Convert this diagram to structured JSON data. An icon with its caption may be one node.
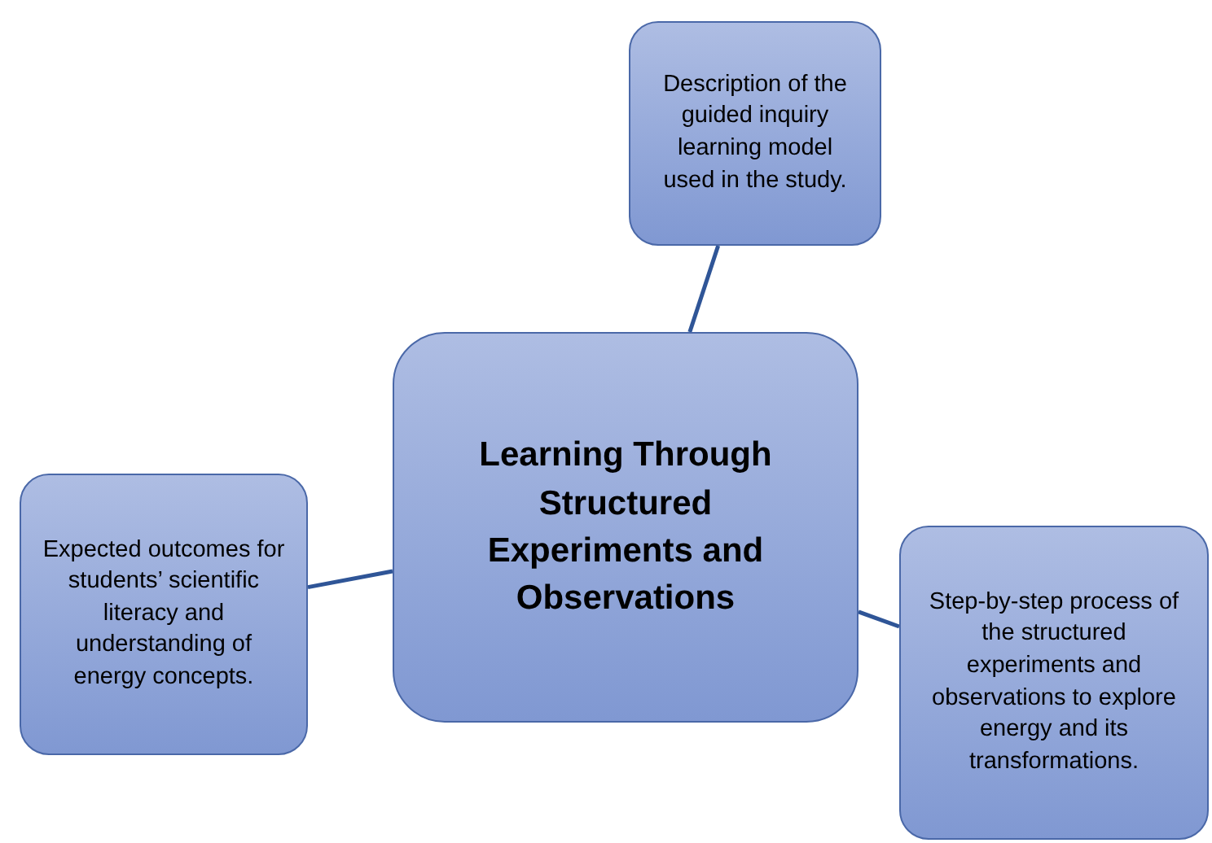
{
  "diagram": {
    "nodes": [
      {
        "text": [
          "Learning Through Structured Experiments and Observations"
        ]
      },
      {
        "text": [
          "Description of the guided inquiry learning model used in the study."
        ]
      },
      {
        "text": [
          "Expected outcomes for students’ scientific literacy and understanding of energy concepts."
        ]
      },
      {
        "text": [
          "Step-by-step process of the structured experiments and observations to explore energy and its transformations."
        ]
      }
    ],
    "edges": [
      {
        "from": 0,
        "to": 1,
        "arrow": "none"
      },
      {
        "from": 0,
        "to": 2,
        "arrow": "none"
      },
      {
        "from": 0,
        "to": 3,
        "arrow": "none"
      }
    ]
  }
}
